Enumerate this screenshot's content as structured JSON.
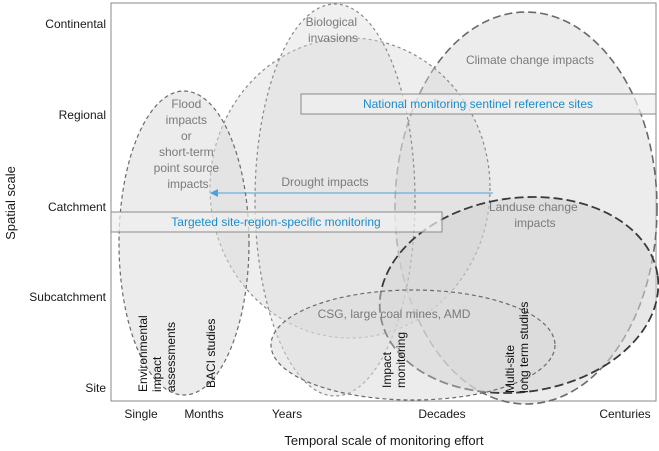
{
  "axes": {
    "y_title": "Spatial scale",
    "x_title": "Temporal scale of monitoring effort",
    "y_ticks": [
      "Continental",
      "Regional",
      "Catchment",
      "Subcatchment",
      "Site"
    ],
    "x_ticks": [
      "Single",
      "Months",
      "Years",
      "Decades",
      "Centuries"
    ]
  },
  "regions": {
    "biological": [
      "Biological",
      "invasions"
    ],
    "climate": "Climate change impacts",
    "flood": [
      "Flood",
      "impacts",
      "or",
      "short-term",
      "point source",
      "impacts"
    ],
    "drought": "Drought impacts",
    "landuse": [
      "Landuse change",
      "impacts"
    ],
    "csg": "CSG, large coal mines, AMD"
  },
  "boxes": {
    "national": "National monitoring sentinel reference sites",
    "targeted": "Targeted site-region-specific monitoring"
  },
  "vertical_labels": {
    "environmental": [
      "Environmental",
      "impact",
      "assessments"
    ],
    "baci": "BACI studies",
    "impact": [
      "Impact",
      "monitoring"
    ],
    "multisite": [
      "Multi-site",
      "long term studies"
    ]
  },
  "colors": {
    "accent_blue": "#1a8ccd",
    "ellipse_fill": "#d9d9d9",
    "ellipse_stroke": "#8a8a8a"
  }
}
